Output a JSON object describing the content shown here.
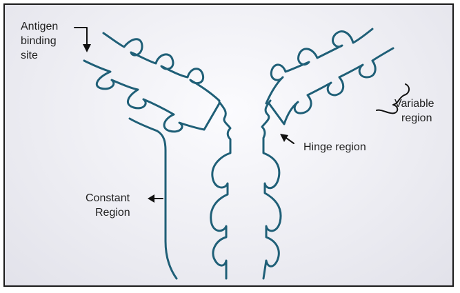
{
  "labels": {
    "antigen": [
      "Antigen",
      "binding",
      "site"
    ],
    "variable": [
      "Variable",
      "region"
    ],
    "hinge": "Hinge region",
    "constant": [
      "Constant",
      "Region"
    ]
  },
  "colors": {
    "strand": "#1f5f77",
    "text": "#1f1f1f",
    "border": "#1a1a1a"
  }
}
